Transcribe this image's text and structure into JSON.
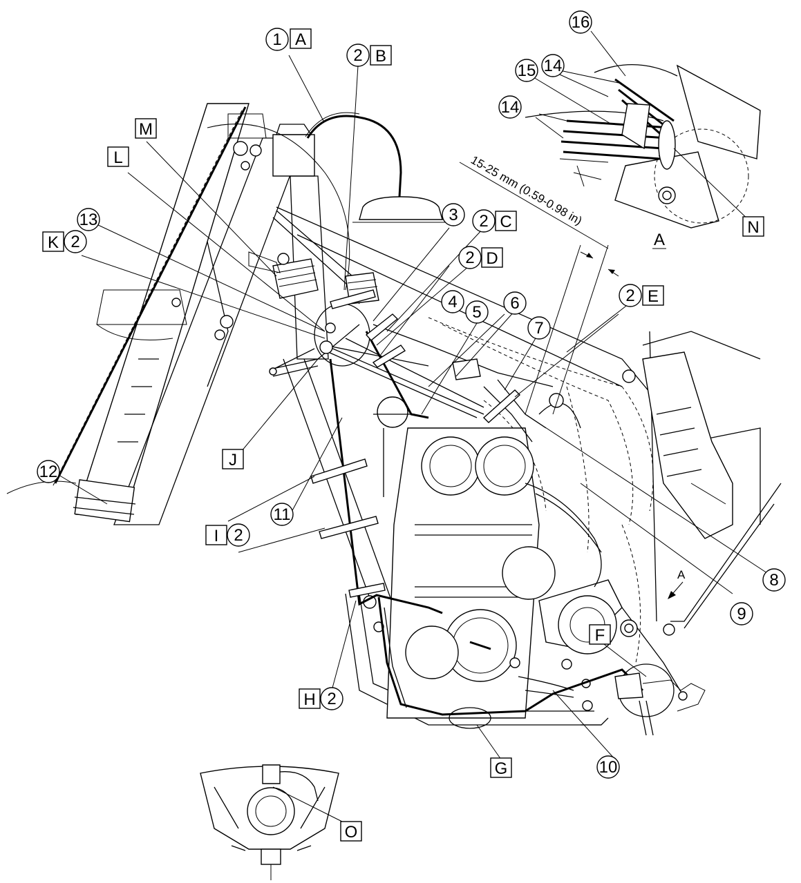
{
  "dimension": {
    "text": "15-25 mm (0.59-0.98 in)"
  },
  "view_label": "A",
  "arrow_label": "A",
  "numbered_callouts": [
    {
      "id": "c1",
      "text": "1"
    },
    {
      "id": "c2b",
      "text": "2"
    },
    {
      "id": "c2c",
      "text": "2"
    },
    {
      "id": "c2d",
      "text": "2"
    },
    {
      "id": "c2e",
      "text": "2"
    },
    {
      "id": "c2k",
      "text": "2"
    },
    {
      "id": "c2i",
      "text": "2"
    },
    {
      "id": "c2h",
      "text": "2"
    },
    {
      "id": "c3",
      "text": "3"
    },
    {
      "id": "c4",
      "text": "4"
    },
    {
      "id": "c5",
      "text": "5"
    },
    {
      "id": "c6",
      "text": "6"
    },
    {
      "id": "c7",
      "text": "7"
    },
    {
      "id": "c8",
      "text": "8"
    },
    {
      "id": "c9",
      "text": "9"
    },
    {
      "id": "c10",
      "text": "10"
    },
    {
      "id": "c11",
      "text": "11"
    },
    {
      "id": "c12",
      "text": "12"
    },
    {
      "id": "c13",
      "text": "13"
    },
    {
      "id": "c14a",
      "text": "14"
    },
    {
      "id": "c14b",
      "text": "14"
    },
    {
      "id": "c15",
      "text": "15"
    },
    {
      "id": "c16",
      "text": "16"
    }
  ],
  "letter_callouts": [
    {
      "id": "A",
      "text": "A"
    },
    {
      "id": "B",
      "text": "B"
    },
    {
      "id": "C",
      "text": "C"
    },
    {
      "id": "D",
      "text": "D"
    },
    {
      "id": "E",
      "text": "E"
    },
    {
      "id": "F",
      "text": "F"
    },
    {
      "id": "G",
      "text": "G"
    },
    {
      "id": "H",
      "text": "H"
    },
    {
      "id": "I",
      "text": "I"
    },
    {
      "id": "J",
      "text": "J"
    },
    {
      "id": "K",
      "text": "K"
    },
    {
      "id": "L",
      "text": "L"
    },
    {
      "id": "M",
      "text": "M"
    },
    {
      "id": "N",
      "text": "N"
    },
    {
      "id": "O",
      "text": "O"
    }
  ]
}
